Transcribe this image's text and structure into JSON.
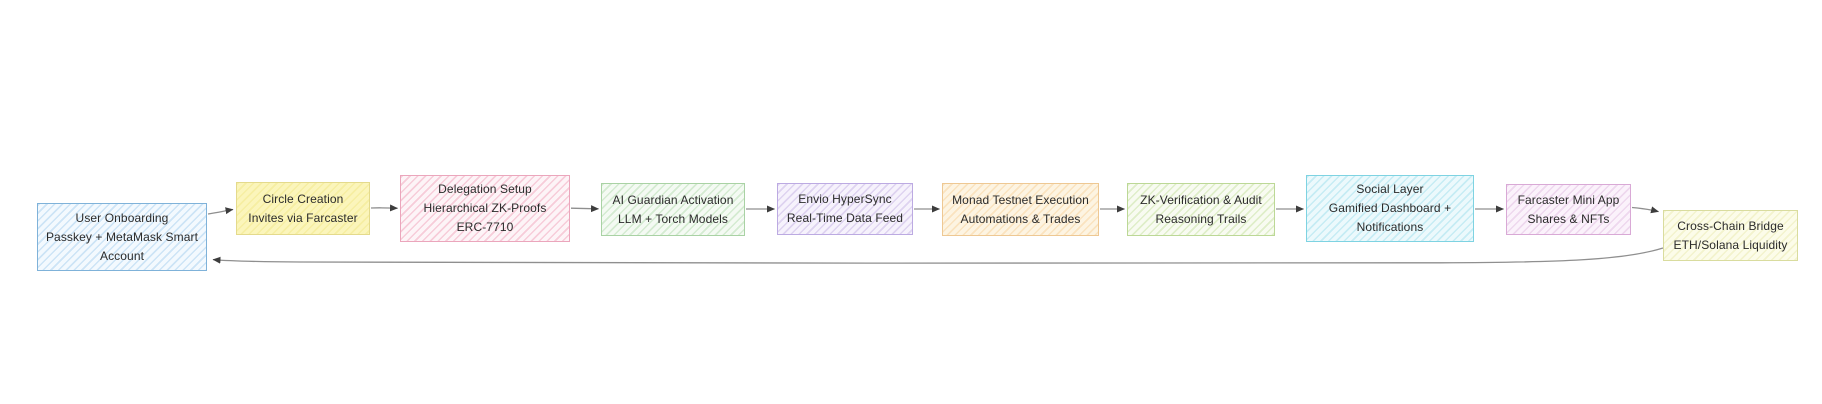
{
  "diagram": {
    "type": "flowchart",
    "direction": "left-to-right",
    "background_color": "#ffffff",
    "edge_line_color": "#8f8f8f",
    "arrowhead_color": "#3d3d3d",
    "text_color": "#2b2b2b",
    "nodes": [
      {
        "id": "user-onboarding",
        "title": "User Onboarding",
        "subtitle": "Passkey + MetaMask Smart Account",
        "fill": "#f3f9fe",
        "hatch": "#cde4f6",
        "border": "#7fb2d9"
      },
      {
        "id": "circle-creation",
        "title": "Circle Creation",
        "subtitle": "Invites via Farcaster",
        "fill": "#fbf5bb",
        "hatch": "#f6eea2",
        "border": "#e4da8c"
      },
      {
        "id": "delegation-setup",
        "title": "Delegation Setup",
        "subtitle": "Hierarchical ZK-Proofs ERC-7710",
        "fill": "#fdf4f7",
        "hatch": "#f7ccd9",
        "border": "#eba6bc"
      },
      {
        "id": "ai-guardian",
        "title": "AI Guardian Activation",
        "subtitle": "LLM + Torch Models",
        "fill": "#f4faf3",
        "hatch": "#d4ebd1",
        "border": "#a9d2a4"
      },
      {
        "id": "envio-hypersync",
        "title": "Envio HyperSync",
        "subtitle": "Real-Time Data Feed",
        "fill": "#f6f2fc",
        "hatch": "#ded3f0",
        "border": "#bcaae2"
      },
      {
        "id": "monad-execution",
        "title": "Monad Testnet Execution",
        "subtitle": "Automations & Trades",
        "fill": "#fdf4e2",
        "hatch": "#fae3bf",
        "border": "#eec893"
      },
      {
        "id": "zk-verification",
        "title": "ZK-Verification & Audit",
        "subtitle": "Reasoning Trails",
        "fill": "#f8fbf1",
        "hatch": "#dfeec9",
        "border": "#bcd896"
      },
      {
        "id": "social-layer",
        "title": "Social Layer",
        "subtitle": "Gamified Dashboard + Notifications",
        "fill": "#ecf9fc",
        "hatch": "#c6ecf4",
        "border": "#7ed3e2"
      },
      {
        "id": "farcaster-mini-app",
        "title": "Farcaster Mini App",
        "subtitle": "Shares & NFTs",
        "fill": "#fbf2fb",
        "hatch": "#eed8ee",
        "border": "#d9a9d6"
      },
      {
        "id": "cross-chain-bridge",
        "title": "Cross-Chain Bridge",
        "subtitle": "ETH/Solana Liquidity",
        "fill": "#fcfce9",
        "hatch": "#f3f3cd",
        "border": "#d9dc9e"
      }
    ],
    "edges": [
      {
        "from": "user-onboarding",
        "to": "circle-creation"
      },
      {
        "from": "circle-creation",
        "to": "delegation-setup"
      },
      {
        "from": "delegation-setup",
        "to": "ai-guardian"
      },
      {
        "from": "ai-guardian",
        "to": "envio-hypersync"
      },
      {
        "from": "envio-hypersync",
        "to": "monad-execution"
      },
      {
        "from": "monad-execution",
        "to": "zk-verification"
      },
      {
        "from": "zk-verification",
        "to": "social-layer"
      },
      {
        "from": "social-layer",
        "to": "farcaster-mini-app"
      },
      {
        "from": "farcaster-mini-app",
        "to": "cross-chain-bridge"
      },
      {
        "from": "cross-chain-bridge",
        "to": "user-onboarding"
      }
    ]
  }
}
